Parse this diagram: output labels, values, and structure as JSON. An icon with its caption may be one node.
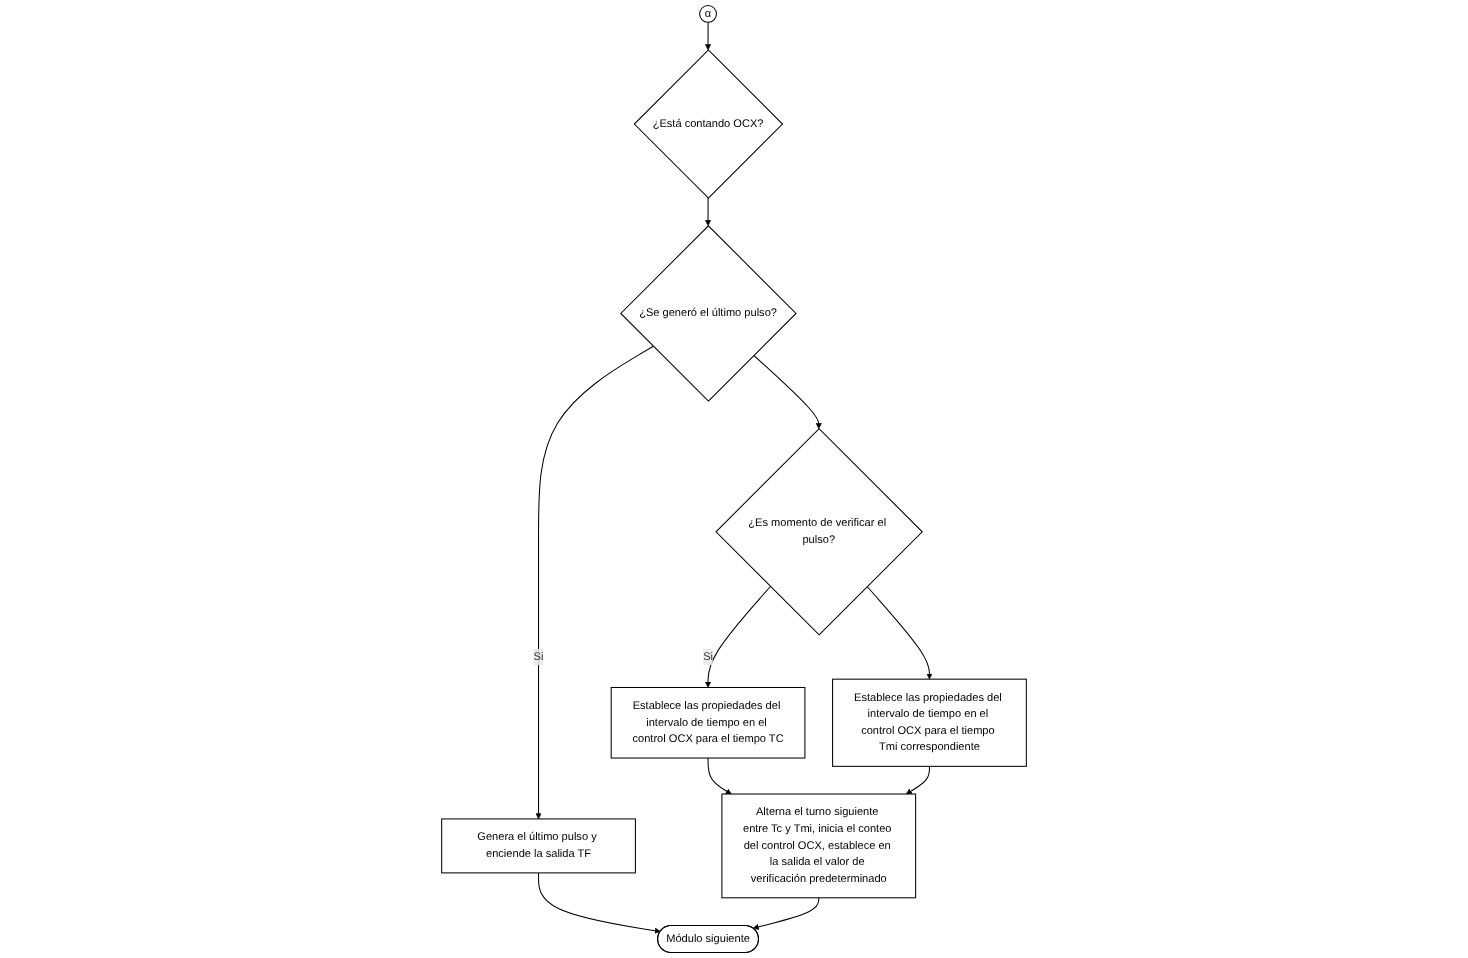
{
  "diagram": {
    "nodes": [
      {
        "text": [
          "α"
        ]
      },
      {
        "text": [
          "¿Está contando OCX?"
        ]
      },
      {
        "text": [
          "¿Se generó el último pulso?"
        ]
      },
      {
        "text": [
          "¿Es momento de verificar el pulso?"
        ]
      },
      {
        "text": [
          "Establece las propiedades del intervalo de tiempo en el control OCX para el tiempo Tmi correspondiente"
        ]
      },
      {
        "text": [
          "Genera el último pulso y enciende la salida TF"
        ]
      },
      {
        "text": [
          "Establece las propiedades del intervalo de tiempo en el control OCX para el tiempo TC"
        ]
      },
      {
        "text": [
          "Módulo siguiente"
        ]
      },
      {
        "text": [
          "Alterna el turno siguiente entre Tc y Tmi, inicia el conteo del control OCX, establece en la salida el valor de verificación predeterminado"
        ]
      }
    ],
    "edges": [
      {
        "from": 0,
        "to": 1,
        "arrow": "to"
      },
      {
        "from": 1,
        "to": 2,
        "arrow": "to"
      },
      {
        "from": 2,
        "to": 3,
        "arrow": "to"
      },
      {
        "from": 3,
        "to": 4,
        "arrow": "to"
      },
      {
        "from": 2,
        "to": 5,
        "label": "Si",
        "arrow": "to"
      },
      {
        "from": 3,
        "to": 6,
        "label": "Si",
        "arrow": "to"
      },
      {
        "from": 5,
        "to": 7,
        "arrow": "to"
      },
      {
        "from": 6,
        "to": 8,
        "arrow": "to"
      },
      {
        "from": 4,
        "to": 8,
        "arrow": "to"
      },
      {
        "from": 8,
        "to": 7,
        "arrow": "to"
      }
    ]
  }
}
